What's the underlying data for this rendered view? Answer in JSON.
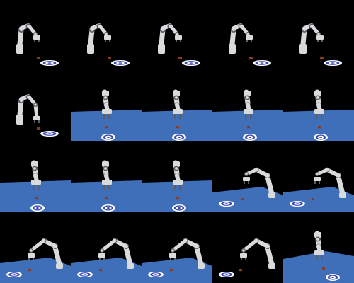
{
  "frames": [
    {
      "scene": "dark-front",
      "pose": "reach-left"
    },
    {
      "scene": "dark-front",
      "pose": "reach-left"
    },
    {
      "scene": "dark-front",
      "pose": "reach-left"
    },
    {
      "scene": "dark-front",
      "pose": "reach-left"
    },
    {
      "scene": "dark-front",
      "pose": "reach-left"
    },
    {
      "scene": "dark-front",
      "pose": "lowered"
    },
    {
      "scene": "blue-table-front",
      "pose": "upright"
    },
    {
      "scene": "blue-table-front",
      "pose": "upright"
    },
    {
      "scene": "blue-table-front",
      "pose": "upright"
    },
    {
      "scene": "blue-table-front",
      "pose": "upright"
    },
    {
      "scene": "blue-table-front",
      "pose": "upright"
    },
    {
      "scene": "blue-table-front",
      "pose": "upright"
    },
    {
      "scene": "blue-table-front",
      "pose": "upright"
    },
    {
      "scene": "blue-table-side",
      "pose": "arch"
    },
    {
      "scene": "blue-table-side",
      "pose": "arch"
    },
    {
      "scene": "blue-table-side",
      "pose": "arch-low"
    },
    {
      "scene": "blue-table-side",
      "pose": "arch-low"
    },
    {
      "scene": "blue-table-side",
      "pose": "arch-low"
    },
    {
      "scene": "dark-side",
      "pose": "arch-low"
    },
    {
      "scene": "blue-table-corner",
      "pose": "upright"
    }
  ],
  "colors": {
    "background": "#000000",
    "table_blue": "#3f6fb8",
    "table_blue_dark": "#2c4f8c",
    "robot_light": "#d9dadc",
    "robot_dark": "#5c5e63",
    "target_outer": "#ffffff",
    "target_ring": "#3b49b8",
    "cube": "#8a3a1d"
  }
}
